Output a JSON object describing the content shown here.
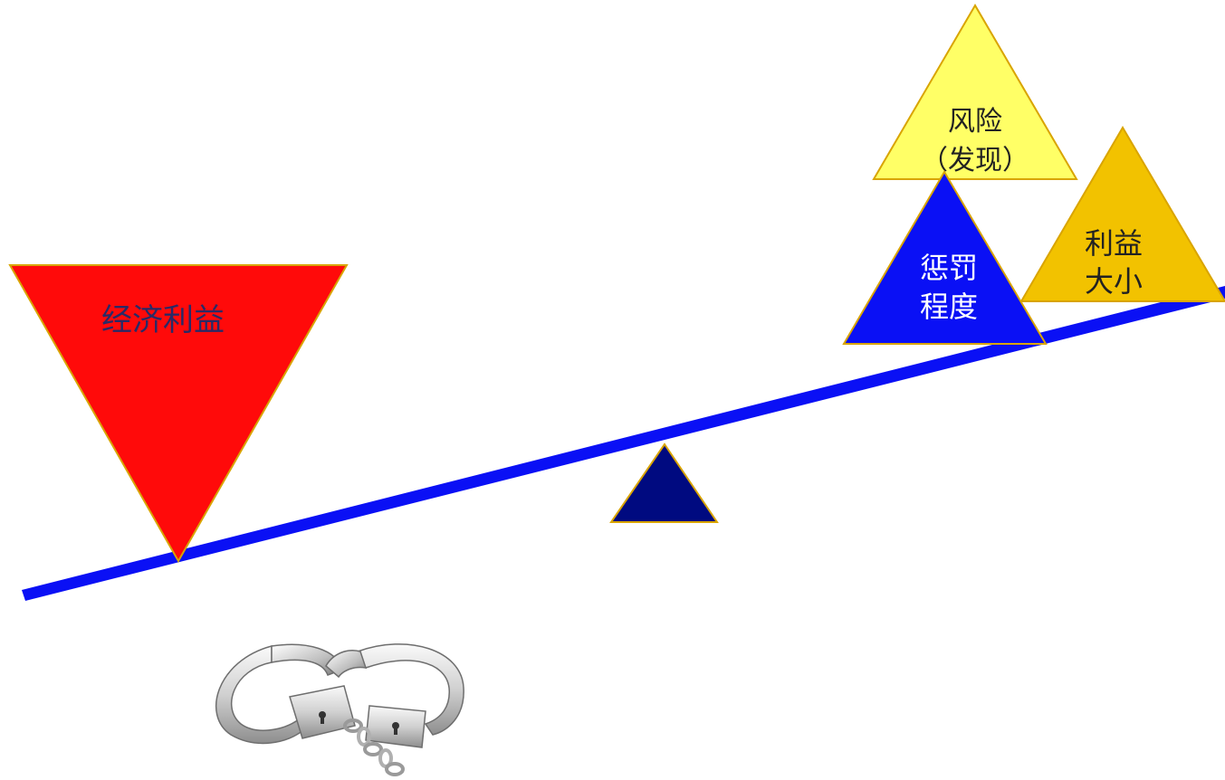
{
  "colors": {
    "beam": "#0a10f5",
    "fulcrum": "#000a80",
    "triangle_outline": "#d9a400",
    "economic_benefit": "#ff0a0a",
    "risk": "#ffff66",
    "punishment": "#0a10f5",
    "benefit_size": "#f2c200"
  },
  "labels": {
    "economic_benefit": "经济利益",
    "risk_line1": "风险",
    "risk_line2": "（发现）",
    "punishment_line1": "惩罚",
    "punishment_line2": "程度",
    "benefit_size_line1": "利益",
    "benefit_size_line2": "大小"
  },
  "icons": {
    "handcuffs": "handcuffs-icon"
  }
}
